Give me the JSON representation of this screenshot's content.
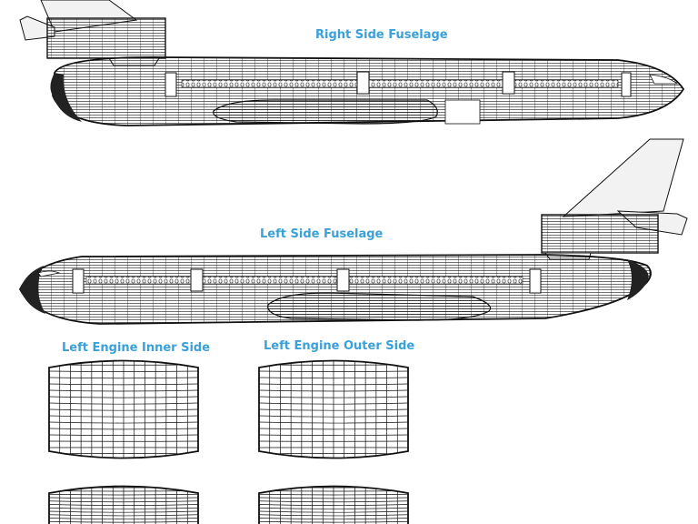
{
  "colors": {
    "accent": "#3aa0d8",
    "line": "#111111",
    "tail_fill": "#f2f2f2"
  },
  "labels": {
    "right_fuselage": "Right Side Fuselage",
    "left_fuselage": "Left Side Fuselage",
    "left_engine_inner": "Left Engine Inner Side",
    "left_engine_outer": "Left Engine Outer Side"
  },
  "icons": [
    "right-fuselage-drawing",
    "left-fuselage-drawing",
    "tail-engine-drawing",
    "engine-panel-drawing"
  ]
}
